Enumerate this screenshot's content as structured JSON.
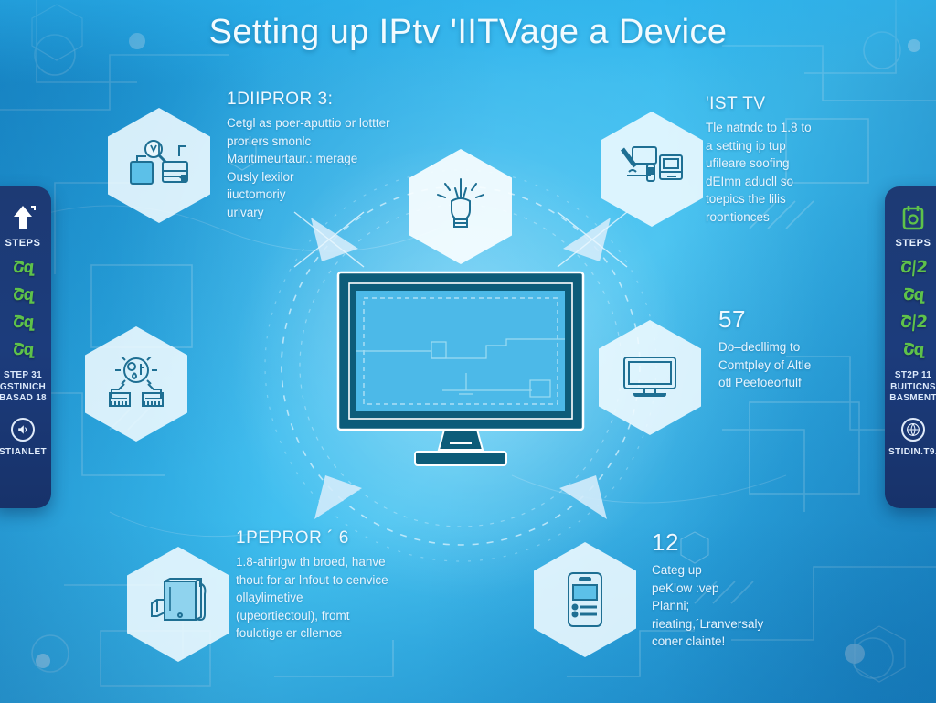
{
  "title": "Setting up IPtv 'IITVage a Device",
  "colors": {
    "bg_light": "#3fc0f0",
    "bg_deep": "#1f9ede",
    "rail_navy": "#1d3a74",
    "accent_green": "#5ec24a",
    "icon_teal": "#1e6f93",
    "hex_fill": "#f0faff",
    "text_light": "#e6f4ff"
  },
  "rails": {
    "left": {
      "top_icon": "arrow-up-icon",
      "label": "STEPS",
      "glyphs": [
        "Շզ",
        "Շզ",
        "Շզ",
        "Շզ"
      ],
      "meta_lines": [
        "STEP 31",
        "GSTINICH",
        "BASAD 18"
      ],
      "circle_icon": "speaker-icon",
      "bottom_label": "STIANLET"
    },
    "right": {
      "top_icon": "calendar-icon",
      "label": "STEPS",
      "glyphs": [
        "Շ|2",
        "Շզ",
        "Շ|2",
        "Շզ"
      ],
      "meta_lines": [
        "ST2P 11",
        "BUITICNS",
        "BASMENT"
      ],
      "circle_icon": "globe-icon",
      "bottom_label": "STIDIN.T9."
    }
  },
  "center": {
    "device": "television-display",
    "hex_icon": "lightbulb-idea-icon"
  },
  "nodes": [
    {
      "id": "search-devices",
      "icon": "magnifier-devices-icon"
    },
    {
      "id": "computer-setup",
      "icon": "desktop-computer-icon"
    },
    {
      "id": "network-routers",
      "icon": "router-network-icon"
    },
    {
      "id": "monitor-display",
      "icon": "monitor-icon"
    },
    {
      "id": "tablet-remote",
      "icon": "tablet-stylus-icon"
    },
    {
      "id": "mobile-app",
      "icon": "smartphone-list-icon"
    }
  ],
  "blocks": {
    "top_left": {
      "heading": "1DIІPROR 3:",
      "lines": [
        "Cetgl as poer-aputtio or lottter",
        "prorlers smonlc",
        "Maritimeurtaur.: merage",
        "Ously lexilor",
        "iiuctomoriy",
        "urlvary"
      ]
    },
    "top_right": {
      "heading": "'ІST    TV",
      "lines": [
        "Tle natndc to 1.8 to",
        "a setting ip tup",
        "ufileare soofing",
        "dEImn aducll so",
        "toepics the lilis",
        "roontionces"
      ]
    },
    "mid_right": {
      "heading": "57",
      "lines": [
        "Do–decllimg to",
        "Comtpley of Altle",
        "otl Peefoeorfulf"
      ]
    },
    "bottom_left": {
      "heading": "1РЕPROR ´ 6",
      "lines": [
        "1.8-ahirlgw th broed, hanve",
        "thout for ar lnfout to cenvice",
        "ollaylimetive",
        "(upeortiectoul), fromt",
        "foulotige er cllemce"
      ]
    },
    "bottom_right": {
      "heading": "12",
      "lines": [
        "Categ up",
        "peKlow :vep",
        "Planni;",
        "rieating,´Lranversaly",
        "coner clainte!"
      ]
    }
  }
}
